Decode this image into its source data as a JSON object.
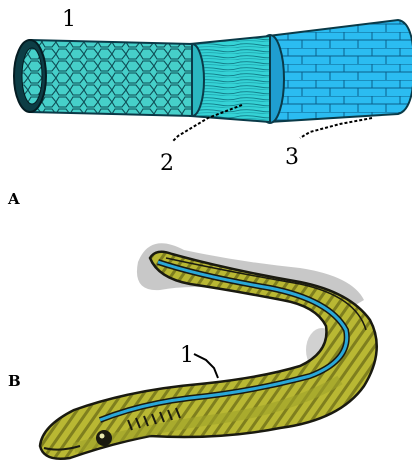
{
  "panels": [
    {
      "letter": "A",
      "callouts": [
        "1",
        "2",
        "3"
      ],
      "colors": {
        "layer1": "#3fc7c4",
        "layer2": "#33d0d8",
        "layer3": "#25b7f0",
        "outline": "#0a3a48"
      }
    },
    {
      "letter": "B",
      "callouts": [
        "1"
      ],
      "colors": {
        "body": "#b5b530",
        "belly": "#9ea12a",
        "stripe": "#2aa8d8",
        "outline": "#1a1a10"
      }
    }
  ]
}
